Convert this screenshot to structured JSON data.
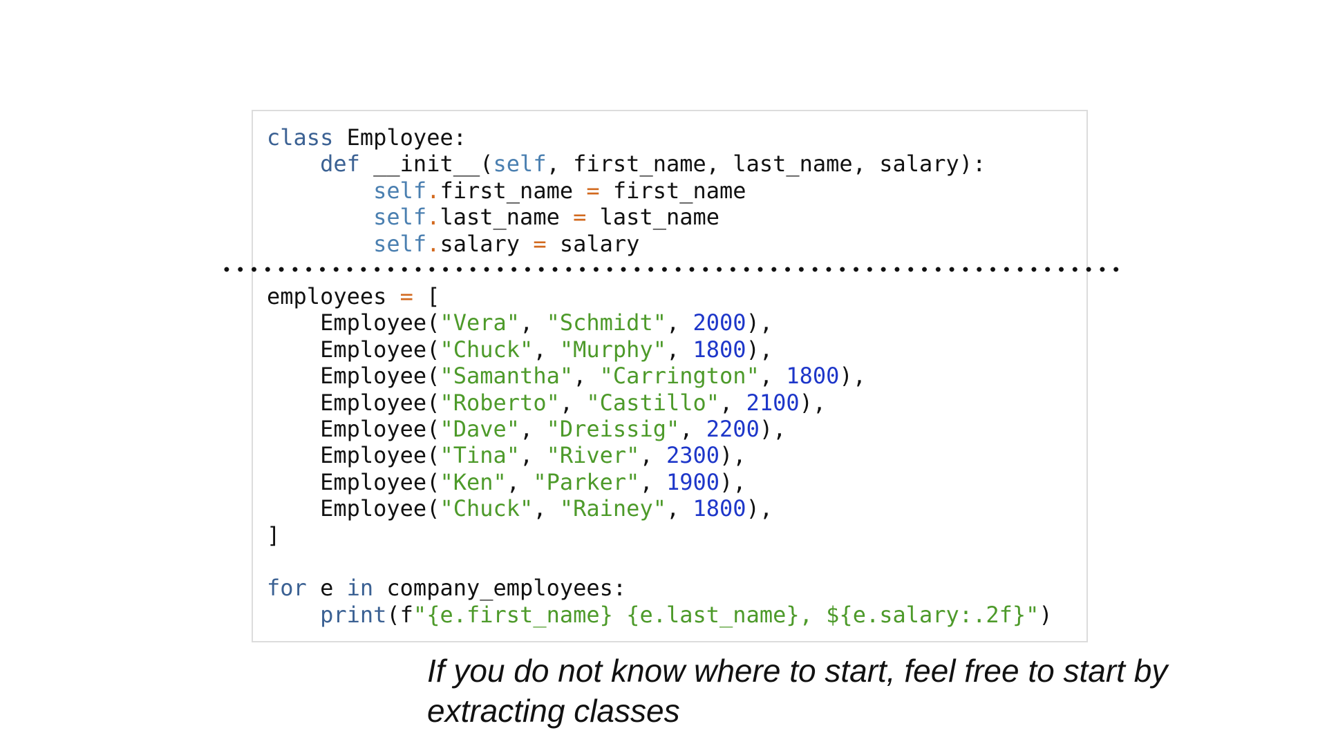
{
  "code": {
    "class_block": [
      [
        {
          "t": "class",
          "c": "kw"
        },
        {
          "t": " Employee:",
          "c": ""
        }
      ],
      [
        {
          "t": "    ",
          "c": ""
        },
        {
          "t": "def",
          "c": "kw"
        },
        {
          "t": " __init__(",
          "c": ""
        },
        {
          "t": "self",
          "c": "slf"
        },
        {
          "t": ", first_name, last_name, salary):",
          "c": ""
        }
      ],
      [
        {
          "t": "        ",
          "c": ""
        },
        {
          "t": "self",
          "c": "slf"
        },
        {
          "t": ".",
          "c": "op"
        },
        {
          "t": "first_name ",
          "c": ""
        },
        {
          "t": "=",
          "c": "op"
        },
        {
          "t": " first_name",
          "c": ""
        }
      ],
      [
        {
          "t": "        ",
          "c": ""
        },
        {
          "t": "self",
          "c": "slf"
        },
        {
          "t": ".",
          "c": "op"
        },
        {
          "t": "last_name ",
          "c": ""
        },
        {
          "t": "=",
          "c": "op"
        },
        {
          "t": " last_name",
          "c": ""
        }
      ],
      [
        {
          "t": "        ",
          "c": ""
        },
        {
          "t": "self",
          "c": "slf"
        },
        {
          "t": ".",
          "c": "op"
        },
        {
          "t": "salary ",
          "c": ""
        },
        {
          "t": "=",
          "c": "op"
        },
        {
          "t": " salary",
          "c": ""
        }
      ]
    ],
    "usage_block": [
      [
        {
          "t": "employees ",
          "c": ""
        },
        {
          "t": "=",
          "c": "op"
        },
        {
          "t": " [",
          "c": ""
        }
      ],
      [
        {
          "t": "    Employee(",
          "c": ""
        },
        {
          "t": "\"Vera\"",
          "c": "str"
        },
        {
          "t": ", ",
          "c": ""
        },
        {
          "t": "\"Schmidt\"",
          "c": "str"
        },
        {
          "t": ", ",
          "c": ""
        },
        {
          "t": "2000",
          "c": "num"
        },
        {
          "t": "),",
          "c": ""
        }
      ],
      [
        {
          "t": "    Employee(",
          "c": ""
        },
        {
          "t": "\"Chuck\"",
          "c": "str"
        },
        {
          "t": ", ",
          "c": ""
        },
        {
          "t": "\"Murphy\"",
          "c": "str"
        },
        {
          "t": ", ",
          "c": ""
        },
        {
          "t": "1800",
          "c": "num"
        },
        {
          "t": "),",
          "c": ""
        }
      ],
      [
        {
          "t": "    Employee(",
          "c": ""
        },
        {
          "t": "\"Samantha\"",
          "c": "str"
        },
        {
          "t": ", ",
          "c": ""
        },
        {
          "t": "\"Carrington\"",
          "c": "str"
        },
        {
          "t": ", ",
          "c": ""
        },
        {
          "t": "1800",
          "c": "num"
        },
        {
          "t": "),",
          "c": ""
        }
      ],
      [
        {
          "t": "    Employee(",
          "c": ""
        },
        {
          "t": "\"Roberto\"",
          "c": "str"
        },
        {
          "t": ", ",
          "c": ""
        },
        {
          "t": "\"Castillo\"",
          "c": "str"
        },
        {
          "t": ", ",
          "c": ""
        },
        {
          "t": "2100",
          "c": "num"
        },
        {
          "t": "),",
          "c": ""
        }
      ],
      [
        {
          "t": "    Employee(",
          "c": ""
        },
        {
          "t": "\"Dave\"",
          "c": "str"
        },
        {
          "t": ", ",
          "c": ""
        },
        {
          "t": "\"Dreissig\"",
          "c": "str"
        },
        {
          "t": ", ",
          "c": ""
        },
        {
          "t": "2200",
          "c": "num"
        },
        {
          "t": "),",
          "c": ""
        }
      ],
      [
        {
          "t": "    Employee(",
          "c": ""
        },
        {
          "t": "\"Tina\"",
          "c": "str"
        },
        {
          "t": ", ",
          "c": ""
        },
        {
          "t": "\"River\"",
          "c": "str"
        },
        {
          "t": ", ",
          "c": ""
        },
        {
          "t": "2300",
          "c": "num"
        },
        {
          "t": "),",
          "c": ""
        }
      ],
      [
        {
          "t": "    Employee(",
          "c": ""
        },
        {
          "t": "\"Ken\"",
          "c": "str"
        },
        {
          "t": ", ",
          "c": ""
        },
        {
          "t": "\"Parker\"",
          "c": "str"
        },
        {
          "t": ", ",
          "c": ""
        },
        {
          "t": "1900",
          "c": "num"
        },
        {
          "t": "),",
          "c": ""
        }
      ],
      [
        {
          "t": "    Employee(",
          "c": ""
        },
        {
          "t": "\"Chuck\"",
          "c": "str"
        },
        {
          "t": ", ",
          "c": ""
        },
        {
          "t": "\"Rainey\"",
          "c": "str"
        },
        {
          "t": ", ",
          "c": ""
        },
        {
          "t": "1800",
          "c": "num"
        },
        {
          "t": "),",
          "c": ""
        }
      ],
      [
        {
          "t": "]",
          "c": ""
        }
      ],
      [],
      [
        {
          "t": "for",
          "c": "kw"
        },
        {
          "t": " e ",
          "c": ""
        },
        {
          "t": "in",
          "c": "kw"
        },
        {
          "t": " company_employees:",
          "c": ""
        }
      ],
      [
        {
          "t": "    ",
          "c": ""
        },
        {
          "t": "print",
          "c": "kw"
        },
        {
          "t": "(f",
          "c": ""
        },
        {
          "t": "\"{e.first_name} {e.last_name}, ${e.salary:.2f}\"",
          "c": "str"
        },
        {
          "t": ")",
          "c": ""
        }
      ]
    ]
  },
  "caption": {
    "line1": "If you do not know where to start, feel free to start by",
    "line2": "extracting classes"
  },
  "colors": {
    "keyword": "#3b6193",
    "self": "#4a7fb0",
    "operator": "#d2691e",
    "string": "#4d9a2a",
    "number": "#1d36c9",
    "text": "#111111",
    "box_border": "#dcdcdc"
  }
}
